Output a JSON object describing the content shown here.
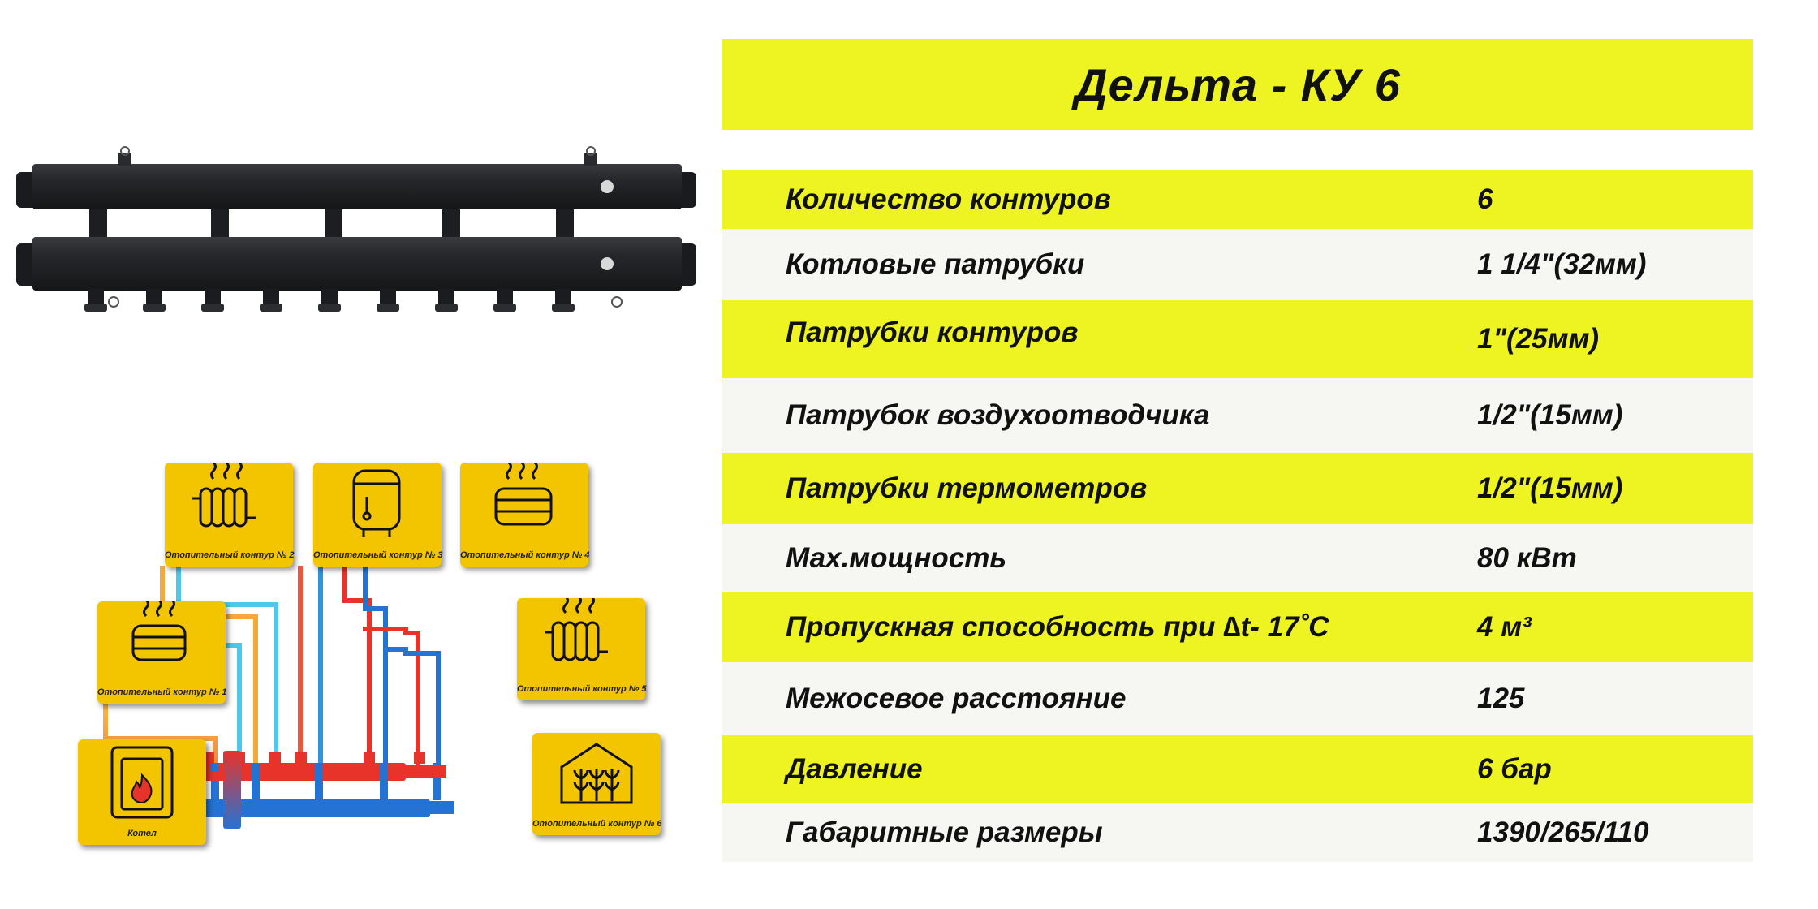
{
  "title": "Дельта - КУ 6",
  "specs": [
    {
      "label": "Количество контуров",
      "value": "6"
    },
    {
      "label": "Котловые патрубки",
      "value": "1 1/4\"(32мм)"
    },
    {
      "label": "Патрубки контуров",
      "value": "1\"(25мм)"
    },
    {
      "label": "Патрубок воздухоотводчика",
      "value": "1/2\"(15мм)"
    },
    {
      "label": " Патрубки термометров",
      "value": "1/2\"(15мм)"
    },
    {
      "label": "Мах.мощность",
      "value": "80 кВт"
    },
    {
      "label": "Пропускная способность при ∆t- 17˚С",
      "value": "4 м³"
    },
    {
      "label": "Межосевое расстояние",
      "value": "125"
    },
    {
      "label": "Давление",
      "value": "6 бар"
    },
    {
      "label": "Габаритные размеры",
      "value": "1390/265/110"
    }
  ],
  "scheme": {
    "circuit_1": "Отопительный контур № 1",
    "circuit_2": "Отопительный контур № 2",
    "circuit_3": "Отопительный контур № 3",
    "circuit_4": "Отопительный контур № 4",
    "circuit_5": "Отопительный контур № 5",
    "circuit_6": "Отопительный контур № 6",
    "boiler": "Котел"
  },
  "colors": {
    "highlight_yellow": "#eef422",
    "row_grey": "#f6f6f2",
    "card_yellow": "#f2c500",
    "hot_pipe": "#e8332a",
    "cold_pipe": "#2473d4",
    "manifold_body": "#222326"
  },
  "icons": {
    "circuit_1": "underfloor-heating-icon",
    "circuit_2": "radiator-icon",
    "circuit_3": "water-heater-icon",
    "circuit_4": "underfloor-heating-icon",
    "circuit_5": "radiator-icon",
    "circuit_6": "greenhouse-icon",
    "boiler": "boiler-flame-icon"
  }
}
